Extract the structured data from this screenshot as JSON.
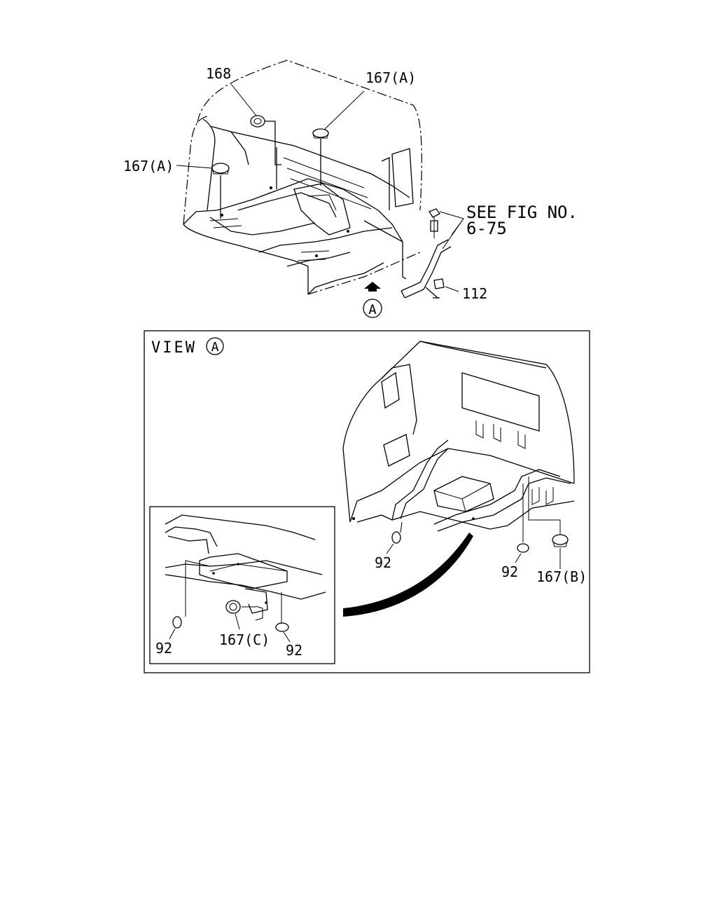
{
  "top_view": {
    "callouts": {
      "c168": "168",
      "c167a_left": "167(A)",
      "c167a_right": "167(A)",
      "c112": "112",
      "see_fig_line1": "SEE FIG NO.",
      "see_fig_line2": "6-75",
      "view_marker": "A"
    }
  },
  "view_box": {
    "title_text": "VIEW",
    "title_marker": "A",
    "callouts": {
      "c92_left": "92",
      "c92_right": "92",
      "c167b": "167(B)"
    },
    "detail": {
      "c92_left": "92",
      "c167c": "167(C)",
      "c92_right": "92"
    }
  }
}
